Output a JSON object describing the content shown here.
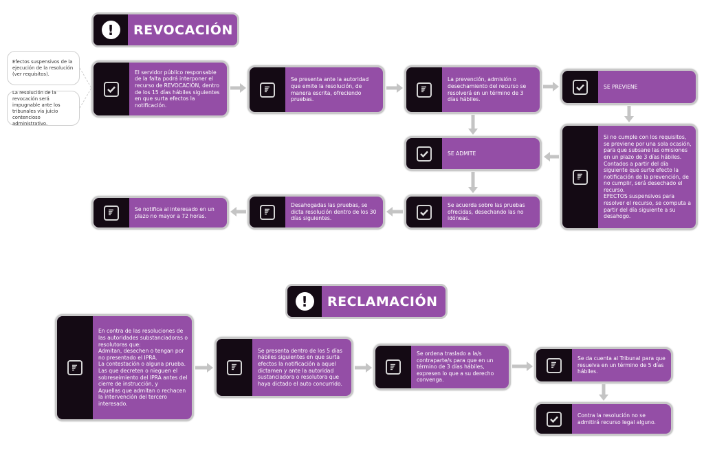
{
  "revocacion": {
    "title": "REVOCACIÓN",
    "notes": [
      "Efectos suspensivos de la ejecución de la resolución (ver requisitos).",
      "La resolución de la revocación será impugnable ante los tribunales vía juicio contencioso administrativo."
    ],
    "steps": [
      {
        "icon": "check-icon",
        "text": "El servidor público responsable de la falta podrá interponer el recurso de REVOCACIÓN, dentro de los 15 días hábiles siguientes en que surta efectos la notificación."
      },
      {
        "icon": "document-icon",
        "text": "Se presenta ante la autoridad que emite la resolución, de manera escrita, ofreciendo pruebas."
      },
      {
        "icon": "document-icon",
        "text": "La prevención, admisión o desechamiento del recurso se resolverá en un término de 3 días hábiles."
      },
      {
        "icon": "check-icon",
        "text": "SE PREVIENE"
      },
      {
        "icon": "document-icon",
        "text": "Si no cumple con los requisitos, se previene por una sola ocasión, para que subsane las omisiones en un plazo de 3 días hábiles. Contados a partir del día siguiente que surte efecto la notificación de la prevención, de no cumplir, será desechado el recurso.\nEFECTOS suspensivos para resolver el recurso, se computa a partir del día siguiente a su desahogo."
      },
      {
        "icon": "check-icon",
        "text": "SE ADMITE"
      },
      {
        "icon": "check-icon",
        "text": "Se acuerda sobre las pruebas ofrecidas, desechando las no idóneas."
      },
      {
        "icon": "document-icon",
        "text": "Desahogadas las pruebas, se dicta resolución dentro de los 30 días siguientes."
      },
      {
        "icon": "document-icon",
        "text": "Se notifica al interesado en un plazo no mayor a 72 horas."
      }
    ]
  },
  "reclamacion": {
    "title": "RECLAMACIÓN",
    "steps": [
      {
        "icon": "document-icon",
        "text": "En contra de las resoluciones de las autoridades substanciadoras o resolutoras que:\nAdmitan, desechen o tengan por no presentado el IPRA.\nLa contestación o alguna prueba.\nLas que decreten o nieguen el sobreseimiento del IPRA antes del cierre de instrucción, y\nAquellas que admitan o rechacen la intervención del tercero interesado."
      },
      {
        "icon": "document-icon",
        "text": "Se presenta dentro de los 5 días hábiles siguientes en que surta efectos la notificación a aquel dictamen y ante la autoridad sustanciadora o resolutora que haya dictado el auto concurrido."
      },
      {
        "icon": "document-icon",
        "text": "Se ordena traslado a la/s contraparte/s para que en un término de 3 días hábiles, expresen lo que a su derecho convenga."
      },
      {
        "icon": "document-icon",
        "text": "Se da cuenta al Tribunal para que resuelva en un término de 5 días hábiles."
      },
      {
        "icon": "check-icon",
        "text": "Contra la resolución no se admitirá recurso legal alguno."
      }
    ]
  },
  "colors": {
    "purple": "#944ea6",
    "dark": "#140a14",
    "border": "#c9c9c9",
    "arrow": "#c4c4c4"
  }
}
